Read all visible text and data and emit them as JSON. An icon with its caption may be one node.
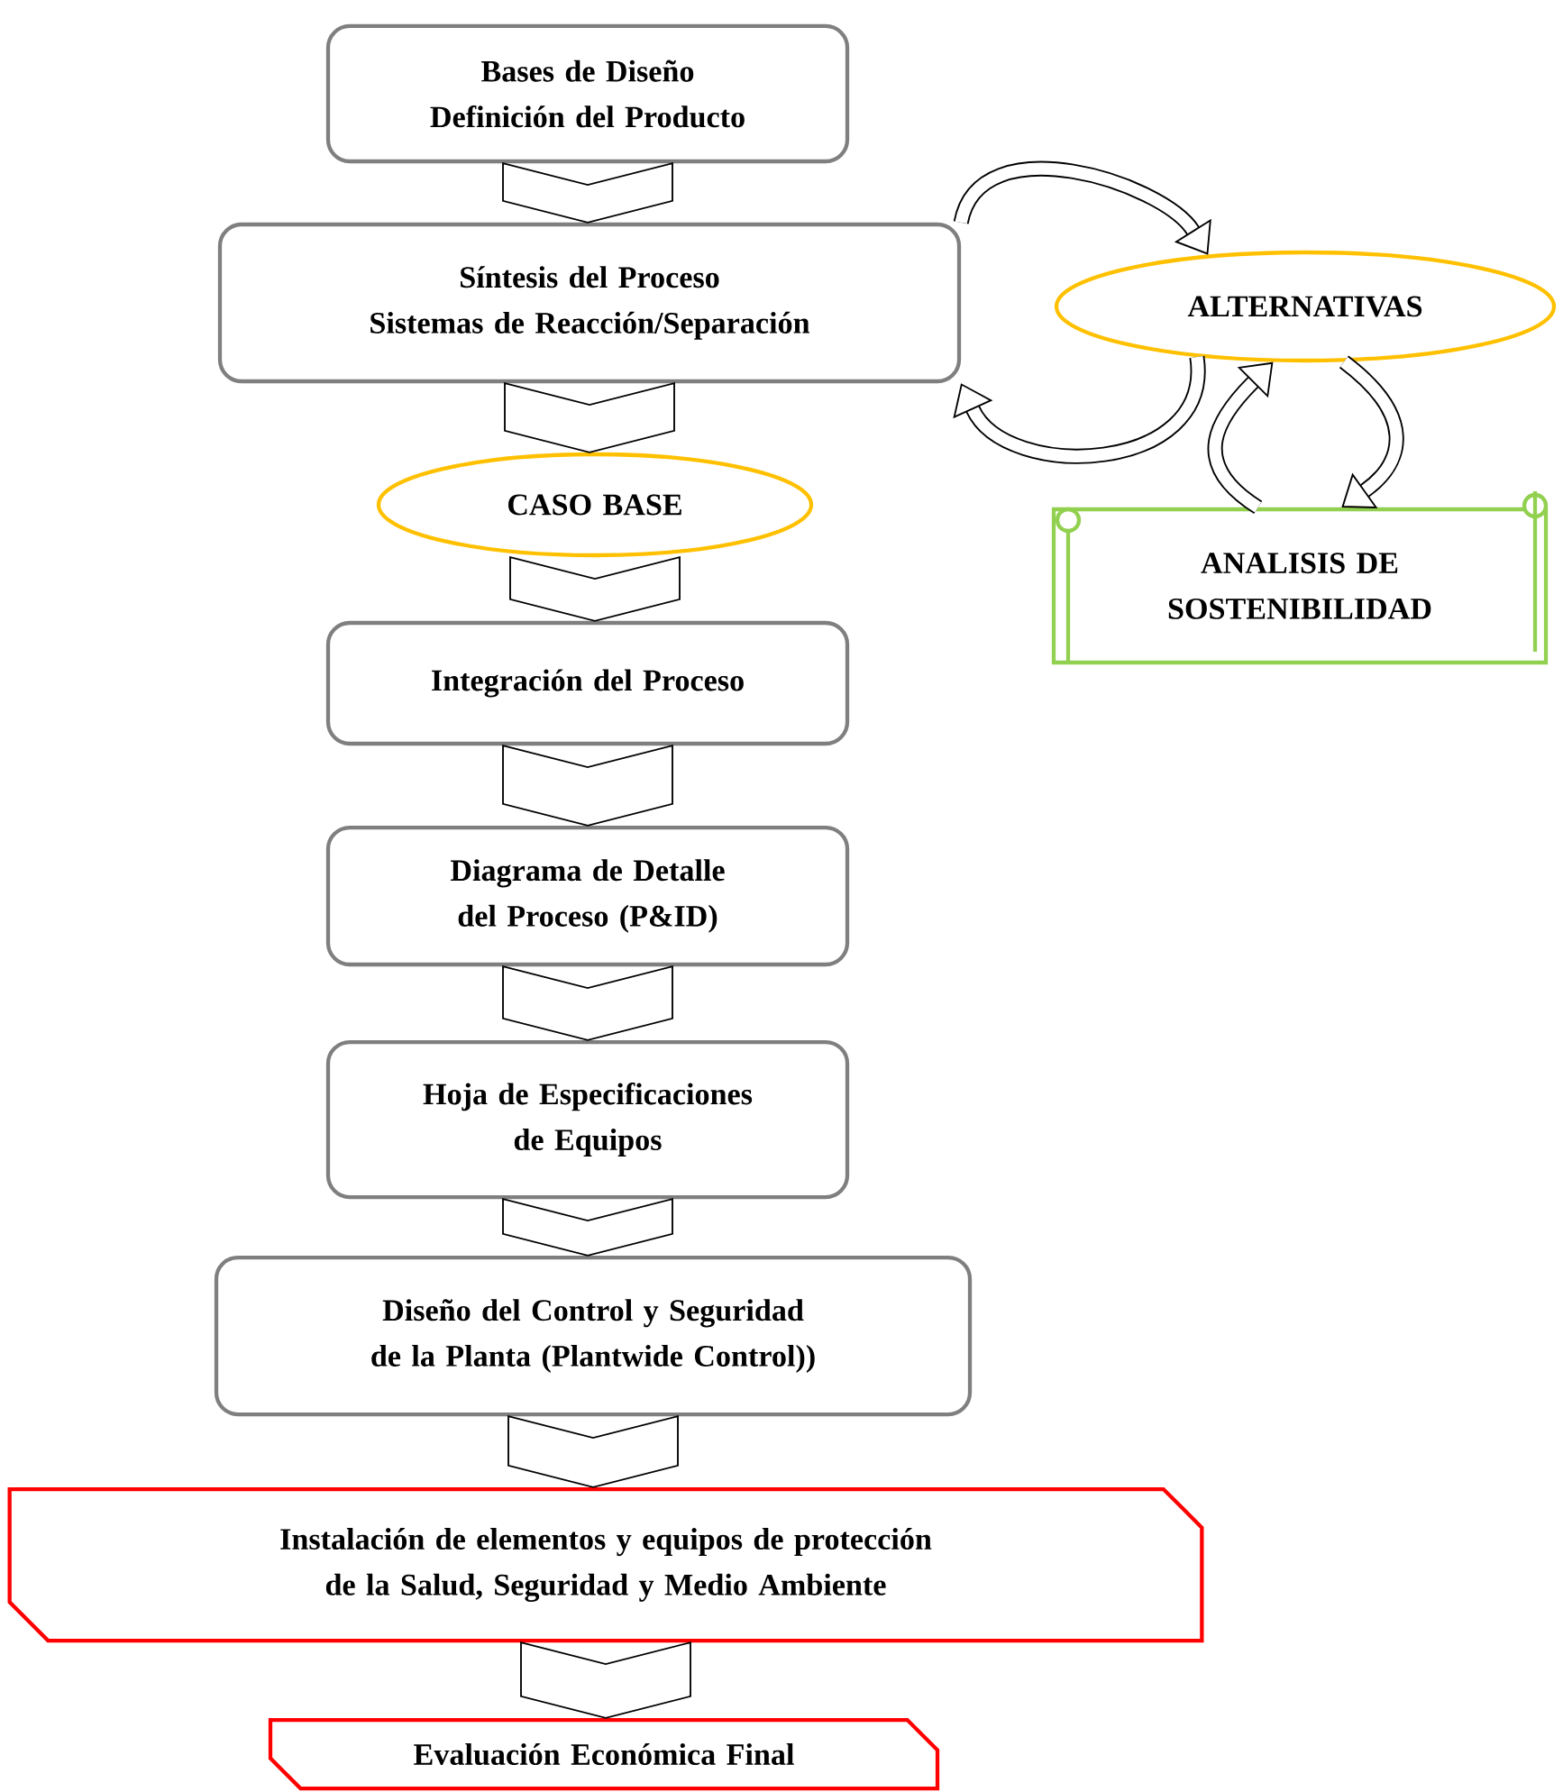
{
  "diagram": {
    "nodes": [
      {
        "text": [
          "Bases de Diseño",
          "Definición del Producto"
        ]
      },
      {
        "text": [
          "Síntesis del Proceso",
          "Sistemas de Reacción/Separación"
        ]
      },
      {
        "text": [
          "CASO BASE"
        ]
      },
      {
        "text": [
          "Integración del Proceso"
        ]
      },
      {
        "text": [
          "Diagrama de Detalle del Proceso (P&ID)"
        ]
      },
      {
        "text": [
          "Hoja de Especificaciones de Equipos"
        ]
      },
      {
        "text": [
          "Diseño del Control y Seguridad de la Planta (Plantwide Control))"
        ]
      },
      {
        "text": [
          "Instalación de elementos y equipos de protección de la Salud, Seguridad y Medio Ambiente"
        ]
      },
      {
        "text": [
          "Evaluación Económica Final"
        ]
      },
      {
        "text": [
          "ALTERNATIVAS"
        ]
      },
      {
        "text": [
          "ANALISIS DE SOSTENIBILIDAD"
        ]
      }
    ],
    "edges": [
      {
        "from": 0,
        "to": 1,
        "arrow": "to"
      },
      {
        "from": 1,
        "to": 2,
        "arrow": "to"
      },
      {
        "from": 2,
        "to": 3,
        "arrow": "to"
      },
      {
        "from": 3,
        "to": 4,
        "arrow": "to"
      },
      {
        "from": 4,
        "to": 5,
        "arrow": "to"
      },
      {
        "from": 5,
        "to": 6,
        "arrow": "to"
      },
      {
        "from": 6,
        "to": 7,
        "arrow": "to"
      },
      {
        "from": 7,
        "to": 8,
        "arrow": "to"
      },
      {
        "from": 1,
        "to": 9,
        "arrow": "to"
      },
      {
        "from": 9,
        "to": 1,
        "arrow": "to"
      },
      {
        "from": 9,
        "to": 10,
        "arrow": "to"
      },
      {
        "from": 10,
        "to": 9,
        "arrow": "to"
      }
    ]
  }
}
